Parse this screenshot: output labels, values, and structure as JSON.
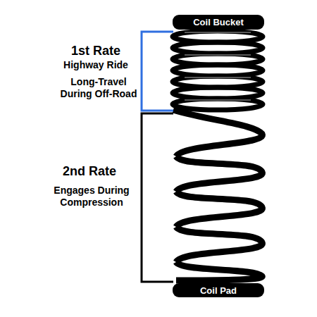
{
  "diagram": {
    "nodes": [
      {
        "text": [
          "Coil Bucket"
        ]
      },
      {
        "text": [
          "Coil Pad"
        ]
      }
    ],
    "labels": [
      "1st Rate",
      "Highway Ride",
      "Long-Travel During Off-Road",
      "2nd Rate",
      "Engages During Compression"
    ]
  }
}
